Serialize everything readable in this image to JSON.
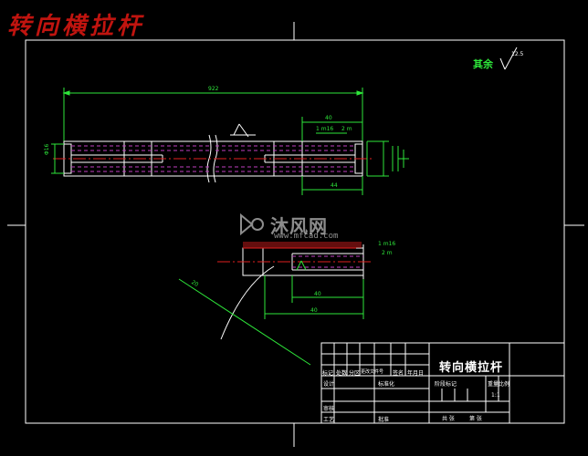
{
  "drawing": {
    "overlay_title": "转向横拉杆",
    "surface_note": "其余",
    "surface_value": "12.5"
  },
  "dimensions": {
    "overall_length": "922",
    "right_len_1": "40",
    "right_len_2": "44",
    "left_dia": "Φ16",
    "thread_left": "1 m16",
    "thread_left_2": "2 m",
    "detail_len_1": "40",
    "detail_len_2": "40",
    "detail_thread": "1 m16",
    "detail_thread_2": "2 m",
    "diagonal_note": "20"
  },
  "watermark": {
    "text": "沐风网",
    "url": "www.mfcad.com"
  },
  "title_block": {
    "part_name": "转向横拉杆",
    "row_labels": [
      "标记",
      "处数",
      "分区",
      "更改文件号",
      "签名",
      "年月日"
    ],
    "designer": "设计",
    "standard": "标准化",
    "review": "审核",
    "process": "工艺",
    "approve": "批准",
    "stage_mark": "阶段标记",
    "weight": "重量",
    "scale_label": "比例",
    "scale": "1:1",
    "sheets_total": "共  张",
    "sheet_no": "第  张"
  },
  "colors": {
    "background": "#000000",
    "frame": "#ffffff",
    "dimension": "#2ee63a",
    "hidden": "#c040c0",
    "center": "#e02020",
    "title_red": "#c0140f"
  }
}
